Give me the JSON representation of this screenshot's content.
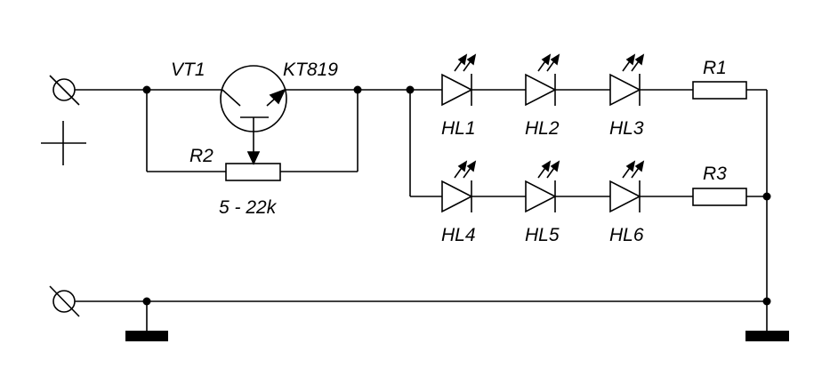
{
  "labels": {
    "vt1": "VT1",
    "transistor_model": "KT819",
    "r2": "R2",
    "r2_value": "5 - 22k",
    "r1": "R1",
    "r3": "R3",
    "hl1": "HL1",
    "hl2": "HL2",
    "hl3": "HL3",
    "hl4": "HL4",
    "hl5": "HL5",
    "hl6": "HL6"
  }
}
